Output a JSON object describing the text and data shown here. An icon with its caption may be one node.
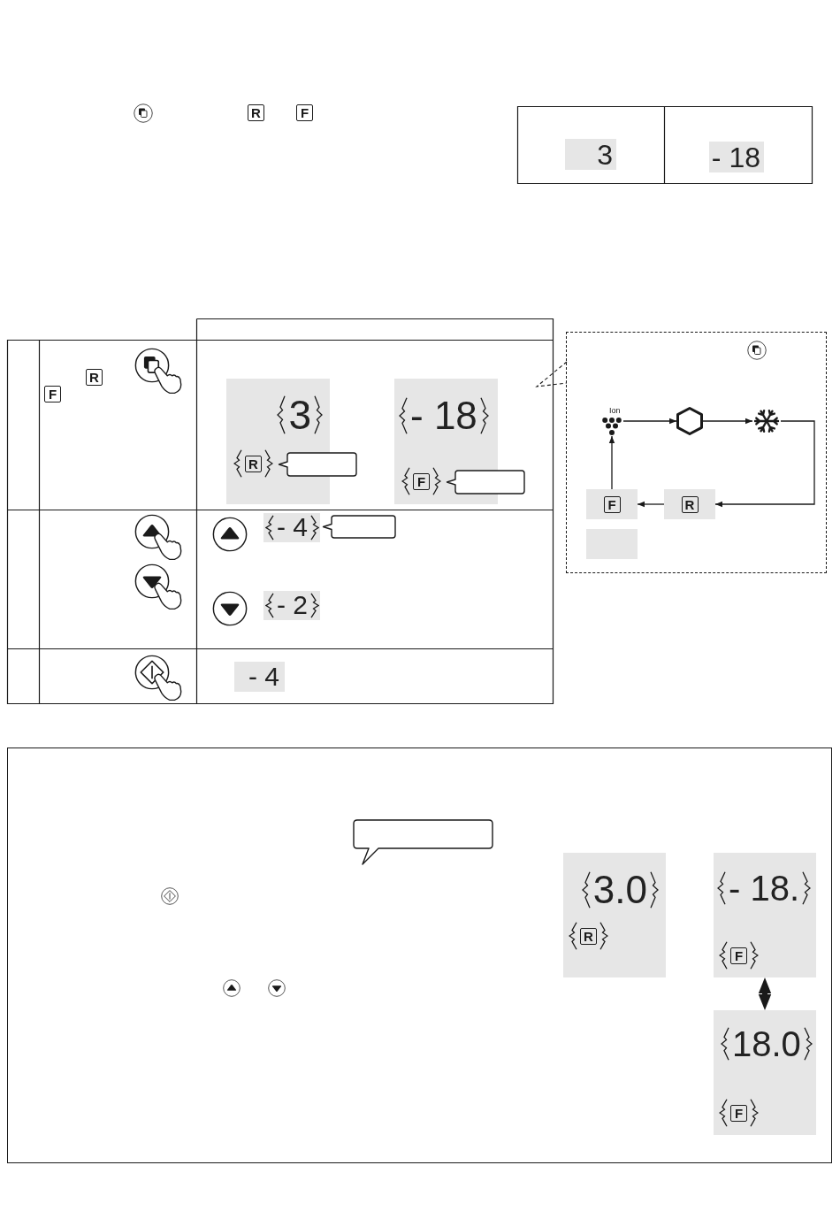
{
  "diagram": {
    "nodes": [
      {
        "text": [
          "3"
        ]
      },
      {
        "text": [
          "- 18"
        ]
      },
      {
        "text": [
          "3",
          "R"
        ]
      },
      {
        "text": [],
        "shape": "bubble"
      },
      {
        "text": [
          "- 18",
          "F"
        ]
      },
      {
        "text": [],
        "shape": "bubble"
      },
      {
        "text": [
          "- 4"
        ]
      },
      {
        "text": [],
        "shape": "bubble"
      },
      {
        "text": [
          "- 2"
        ]
      },
      {
        "text": [
          "- 4"
        ]
      },
      {
        "text": [],
        "shape": "box"
      },
      {
        "text": [
          "Ion"
        ],
        "in": 10
      },
      {
        "text": [],
        "shape": "hexagon",
        "in": 10
      },
      {
        "text": [],
        "shape": "picture",
        "in": 10
      },
      {
        "text": [
          "F"
        ],
        "in": 10
      },
      {
        "text": [
          "R"
        ],
        "in": 10
      },
      {
        "text": [],
        "shape": "box",
        "in": 10
      },
      {
        "text": [],
        "shape": "bubble"
      },
      {
        "text": [
          "3.0",
          "R"
        ]
      },
      {
        "text": [
          "- 18.",
          "F"
        ]
      },
      {
        "text": [
          "18.0",
          "F"
        ]
      }
    ],
    "edges": [
      {
        "from": 11,
        "to": 12,
        "arrow": "to"
      },
      {
        "from": 12,
        "to": 13,
        "arrow": "to"
      },
      {
        "from": 13,
        "to": 15,
        "arrow": "to"
      },
      {
        "from": 15,
        "to": 14,
        "arrow": "to"
      },
      {
        "from": 14,
        "to": 11,
        "arrow": "to"
      },
      {
        "from": 19,
        "to": 20,
        "arrow": "both",
        "style": "thick"
      }
    ],
    "labels": [
      "R",
      "F",
      "R",
      "F"
    ]
  }
}
